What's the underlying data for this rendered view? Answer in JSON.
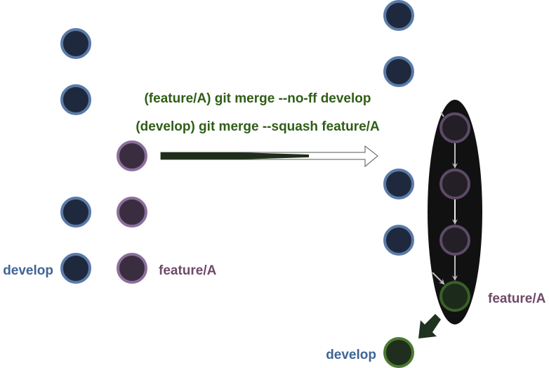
{
  "commands": {
    "line1": "(feature/A) git merge --no-ff develop",
    "line2": "(develop) git merge --squash feature/A"
  },
  "before": {
    "develop_label": "develop",
    "feature_label": "feature/A"
  },
  "after": {
    "develop_label": "develop",
    "feature_label": "feature/A"
  },
  "colors": {
    "develop": "#5b7aa8",
    "feature": "#8c6f9c",
    "command_text": "#2f5e17",
    "develop_label": "#3f6497",
    "feature_label": "#6e4a68"
  }
}
